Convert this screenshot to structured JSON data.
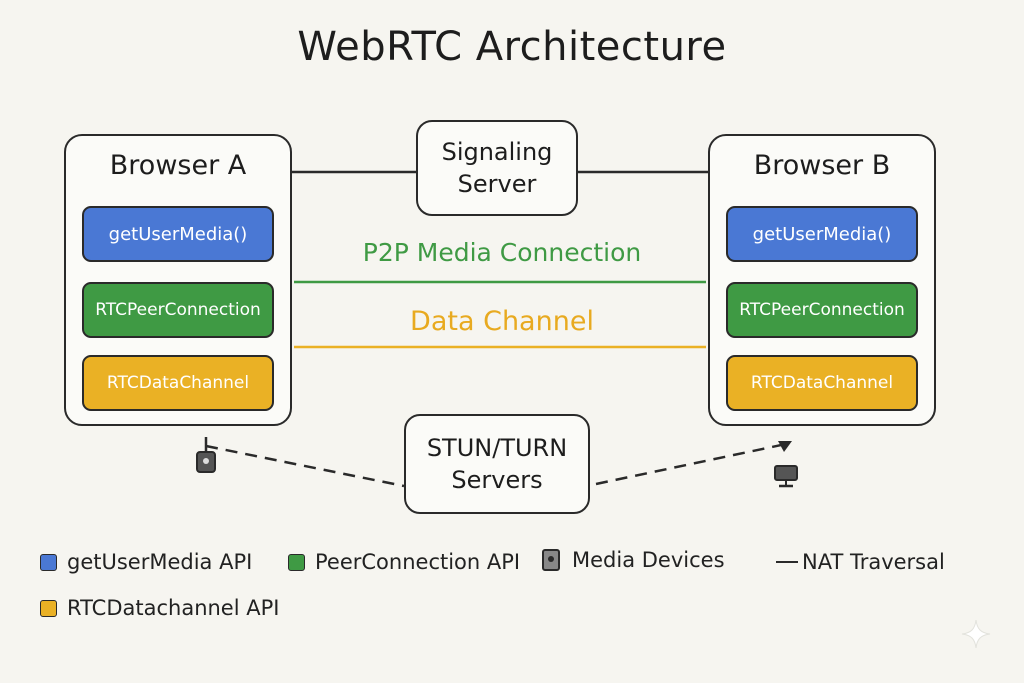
{
  "title": "WebRTC Architecture",
  "browsers": [
    {
      "title": "Browser A",
      "apis": [
        "getUserMedia()",
        "RTCPeerConnection",
        "RTCDataChannel"
      ]
    },
    {
      "title": "Browser B",
      "apis": [
        "getUserMedia()",
        "RTCPeerConnection",
        "RTCDataChannel"
      ]
    }
  ],
  "signaling_server": {
    "line1": "Signaling",
    "line2": "Server"
  },
  "stun_turn": {
    "line1": "STUN/TURN",
    "line2": "Servers"
  },
  "connections": {
    "p2p": "P2P Media Connection",
    "data_channel": "Data Channel"
  },
  "legend": {
    "get_user_media": "getUserMedia API",
    "peer_connection": "PeerConnection API",
    "media_devices": "Media Devices",
    "nat_traversal": "NAT Traversal",
    "data_channel": "RTCDatachannel API"
  },
  "colors": {
    "get_user_media": "#4a78d4",
    "peer_connection": "#3f9a44",
    "data_channel": "#eab125",
    "outline": "#2a2a2a"
  },
  "icons": {
    "media_device_left": "webcam-icon",
    "media_device_right": "monitor-icon",
    "corner": "sparkle-icon"
  }
}
